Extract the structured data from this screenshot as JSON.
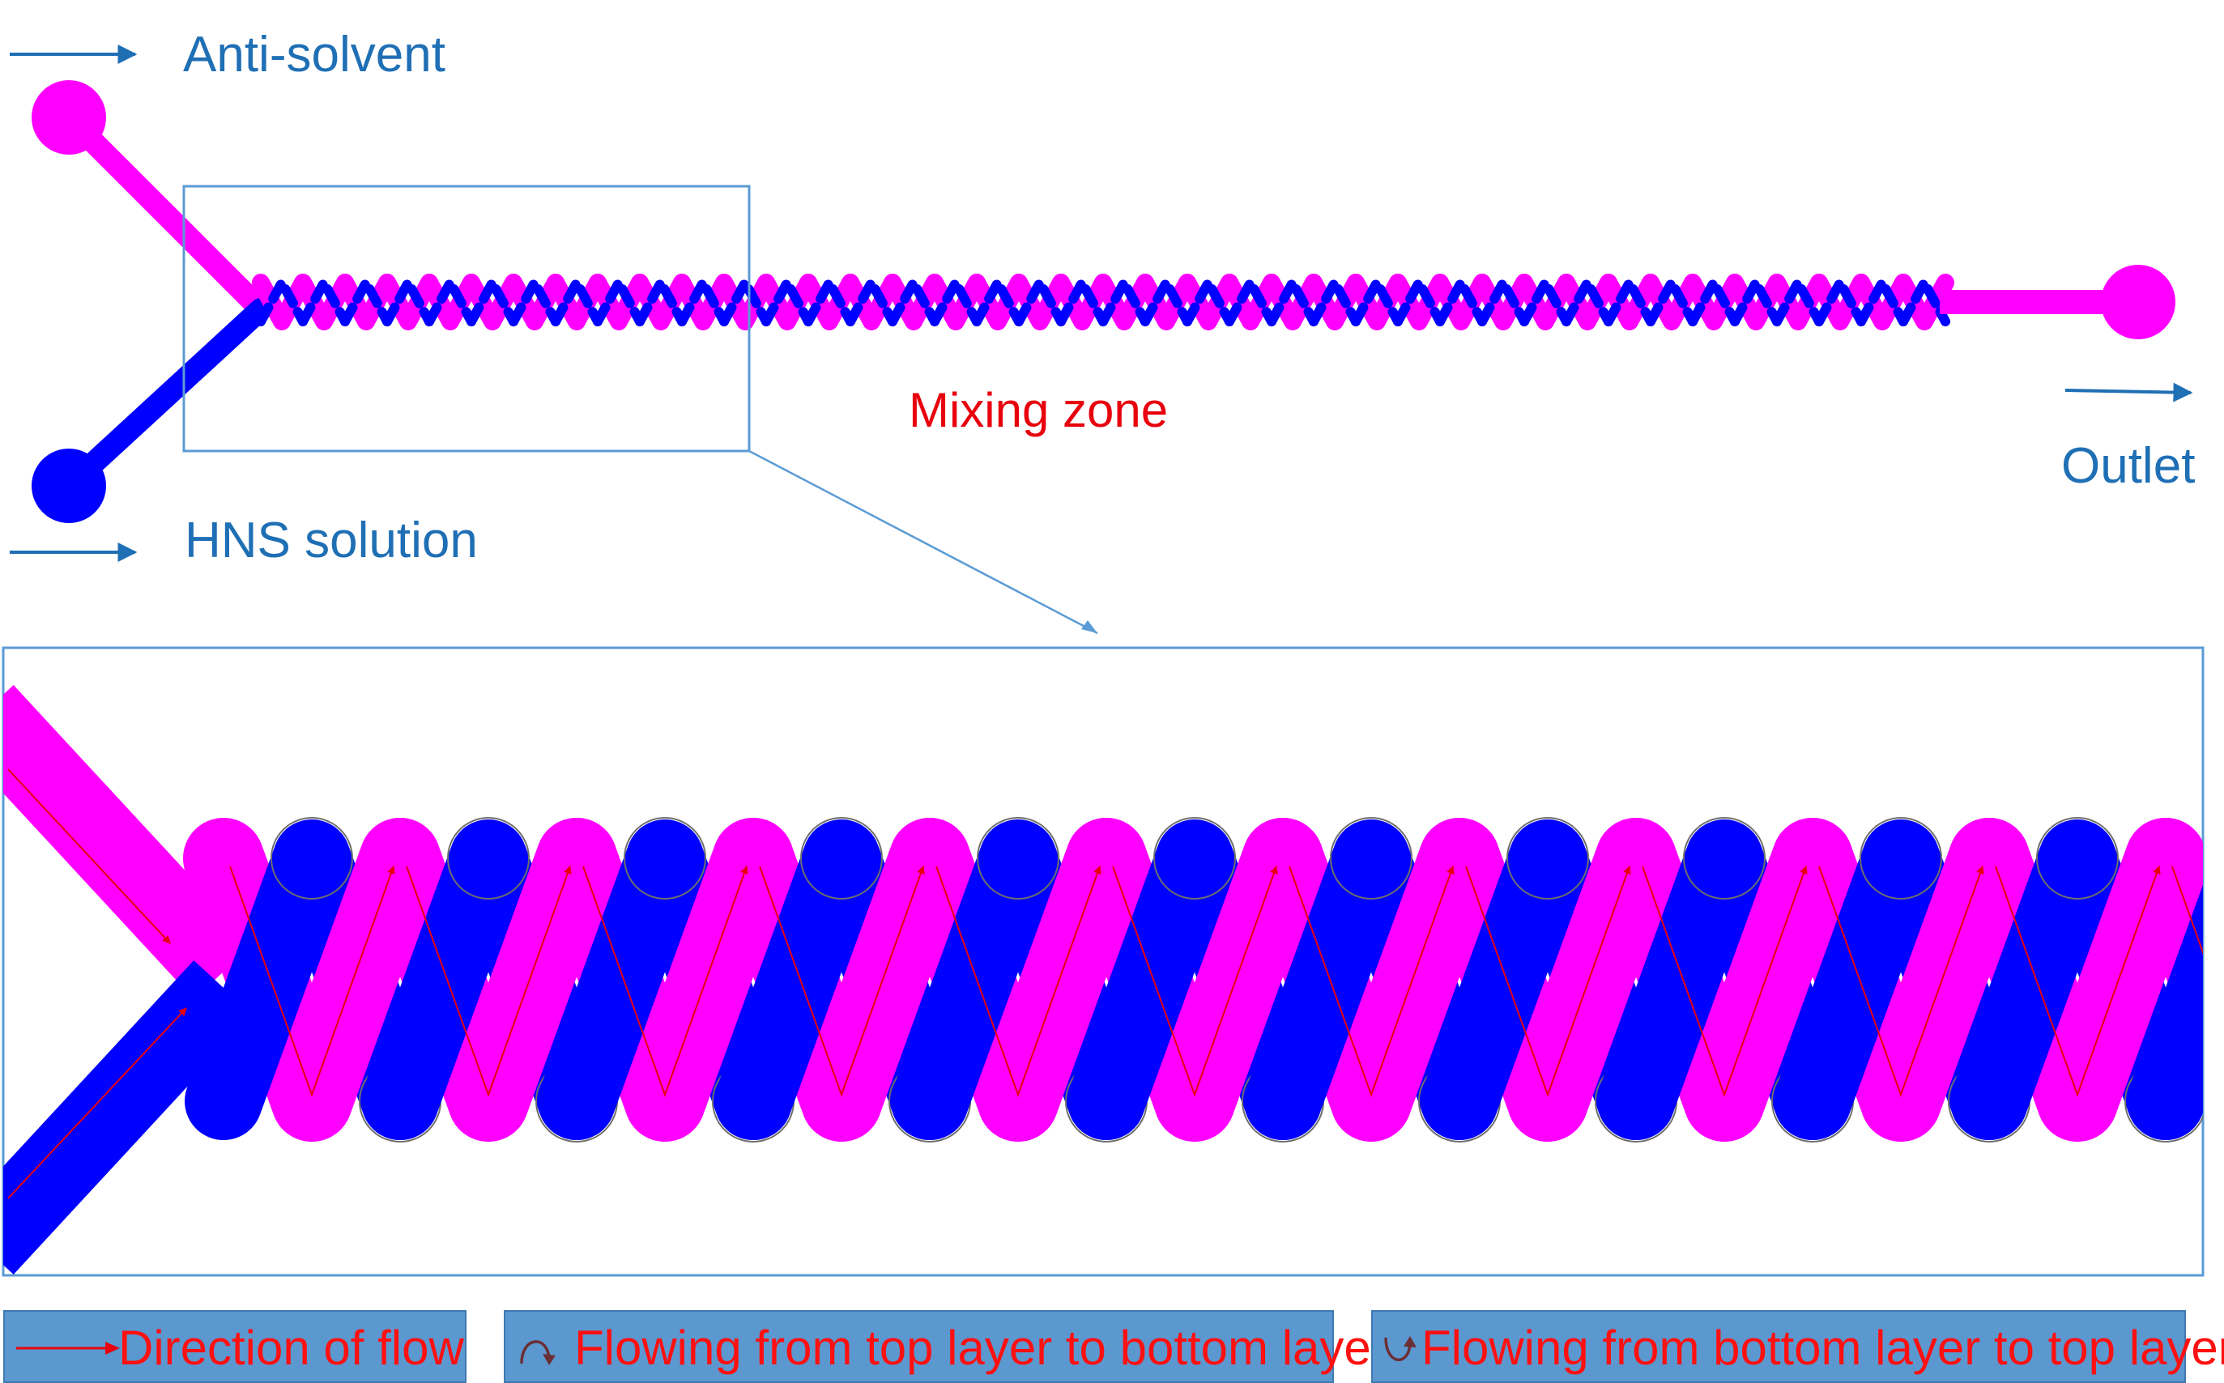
{
  "labels": {
    "anti_solvent": "Anti-solvent",
    "hns_solution": "HNS solution",
    "mixing_zone": "Mixing zone",
    "outlet": "Outlet"
  },
  "legend": {
    "flow_direction": "Direction of flow",
    "top_to_bottom": "Flowing from top layer to bottom layer",
    "bottom_to_top": "Flowing from bottom layer to  top layer"
  },
  "colors": {
    "top_layer": "#ff00ff",
    "bottom_layer": "#0000ff",
    "frame": "#5b9bd5",
    "arrow": "#1f6fb5",
    "flow_arrow": "#e8000d",
    "legend_fill": "#5b98d0"
  },
  "icons": {
    "flow_direction": "red-right-arrow-icon",
    "top_to_bottom": "curved-down-arrow-icon",
    "bottom_to_top": "curved-up-arrow-icon"
  }
}
